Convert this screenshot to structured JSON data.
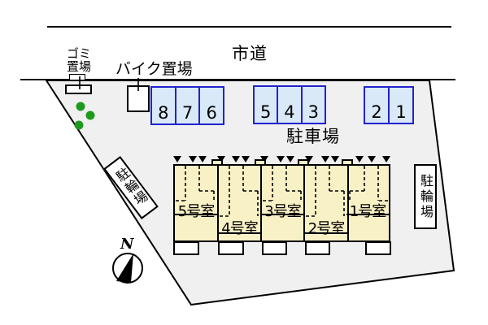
{
  "title": "site-plan",
  "road": {
    "label": "市道"
  },
  "areas": {
    "garbage_label": "ゴミ\n置場",
    "bike_label": "バイク置場",
    "parking_label": "駐車場",
    "bicycle_left_label": "駐輪場",
    "bicycle_right_label": "駐輪場"
  },
  "parking": {
    "groups": [
      {
        "stalls": [
          "8",
          "7",
          "6"
        ]
      },
      {
        "stalls": [
          "5",
          "4",
          "3"
        ]
      },
      {
        "stalls": [
          "2",
          "1"
        ]
      }
    ]
  },
  "units": [
    {
      "label": "5号室"
    },
    {
      "label": "4号室"
    },
    {
      "label": "3号室"
    },
    {
      "label": "2号室"
    },
    {
      "label": "1号室"
    }
  ],
  "compass": {
    "north_label": "N"
  },
  "colors": {
    "site_fill": "#f0f0f0",
    "building_fill": "#f9f1c6",
    "parking_fill": "#d9e9f8",
    "parking_border": "#2222cc",
    "tree_green": "#1e9b1e",
    "line": "#000000"
  }
}
